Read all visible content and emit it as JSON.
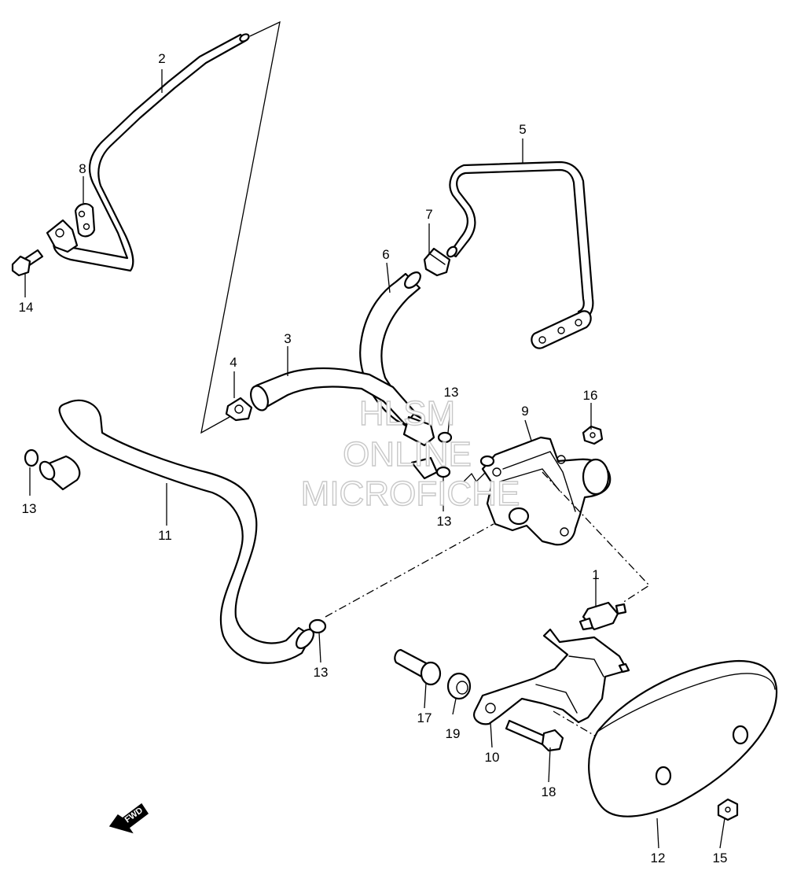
{
  "diagram": {
    "callouts": {
      "p1": "1",
      "p2": "2",
      "p3": "3",
      "p4": "4",
      "p5": "5",
      "p6": "6",
      "p7": "7",
      "p8": "8",
      "p9": "9",
      "p10": "10",
      "p11": "11",
      "p12": "12",
      "p13a": "13",
      "p13b": "13",
      "p13c": "13",
      "p13d": "13",
      "p14": "14",
      "p15": "15",
      "p16": "16",
      "p17": "17",
      "p18": "18",
      "p19": "19"
    },
    "fwd_label": "FWD"
  },
  "watermark": {
    "line1": "HLSM",
    "line2": "ONLINE",
    "line3": "MICROFICHE"
  }
}
